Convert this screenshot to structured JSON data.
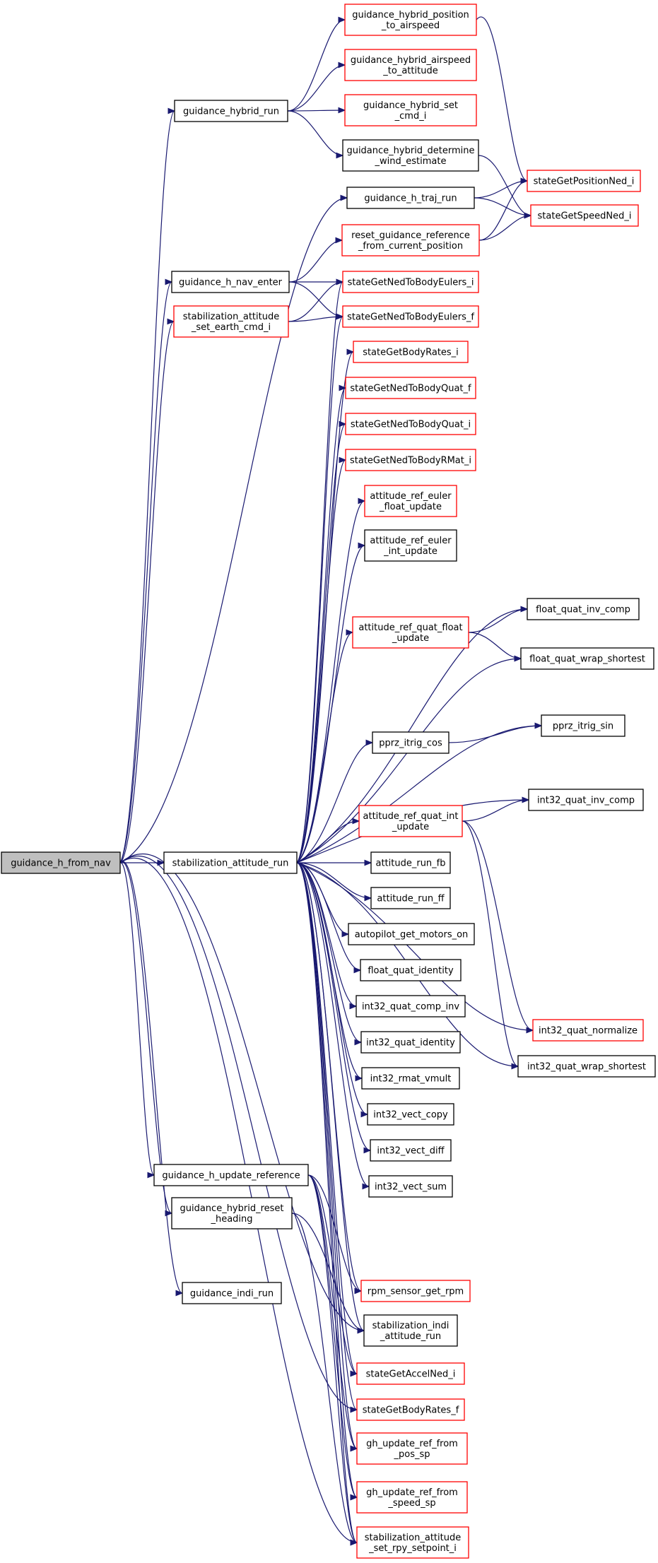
{
  "colors": {
    "edge": "#191970",
    "red_border": "#ff0000",
    "black_border": "#000000",
    "root_fill": "#bfbfbf"
  },
  "nodes": {
    "root": [
      "guidance_h_from_nav"
    ],
    "gh_run": [
      "guidance_hybrid_run"
    ],
    "gh_pos_to_air": [
      "guidance_hybrid_position",
      "_to_airspeed"
    ],
    "gh_air_to_att": [
      "guidance_hybrid_airspeed",
      "_to_attitude"
    ],
    "gh_set_cmd": [
      "guidance_hybrid_set",
      "_cmd_i"
    ],
    "gh_wind": [
      "guidance_hybrid_determine",
      "_wind_estimate"
    ],
    "traj_run": [
      "guidance_h_traj_run"
    ],
    "pos_ned": [
      "stateGetPositionNed_i"
    ],
    "speed_ned": [
      "stateGetSpeedNed_i"
    ],
    "reset_ref": [
      "reset_guidance_reference",
      "_from_current_position"
    ],
    "nav_enter": [
      "guidance_h_nav_enter"
    ],
    "eulers_i": [
      "stateGetNedToBodyEulers_i"
    ],
    "set_earth": [
      "stabilization_attitude",
      "_set_earth_cmd_i"
    ],
    "eulers_f": [
      "stateGetNedToBodyEulers_f"
    ],
    "rates_i": [
      "stateGetBodyRates_i"
    ],
    "quat_f": [
      "stateGetNedToBodyQuat_f"
    ],
    "quat_i": [
      "stateGetNedToBodyQuat_i"
    ],
    "rmat_i": [
      "stateGetNedToBodyRMat_i"
    ],
    "ref_euler_float": [
      "attitude_ref_euler",
      "_float_update"
    ],
    "ref_euler_int": [
      "attitude_ref_euler",
      "_int_update"
    ],
    "fq_inv": [
      "float_quat_inv_comp"
    ],
    "ref_quat_float": [
      "attitude_ref_quat_float",
      "_update"
    ],
    "fq_wrap": [
      "float_quat_wrap_shortest"
    ],
    "itrig_sin": [
      "pprz_itrig_sin"
    ],
    "itrig_cos": [
      "pprz_itrig_cos"
    ],
    "iq_inv": [
      "int32_quat_inv_comp"
    ],
    "ref_quat_int": [
      "attitude_ref_quat_int",
      "_update"
    ],
    "stab_run": [
      "stabilization_attitude_run"
    ],
    "run_fb": [
      "attitude_run_fb"
    ],
    "run_ff": [
      "attitude_run_ff"
    ],
    "motors_on": [
      "autopilot_get_motors_on"
    ],
    "fq_ident": [
      "float_quat_identity"
    ],
    "iq_comp_inv": [
      "int32_quat_comp_inv"
    ],
    "iq_norm": [
      "int32_quat_normalize"
    ],
    "iq_ident": [
      "int32_quat_identity"
    ],
    "iq_wrap": [
      "int32_quat_wrap_shortest"
    ],
    "rmat_vmult": [
      "int32_rmat_vmult"
    ],
    "vect_copy": [
      "int32_vect_copy"
    ],
    "vect_diff": [
      "int32_vect_diff"
    ],
    "vect_sum": [
      "int32_vect_sum"
    ],
    "update_ref": [
      "guidance_h_update_reference"
    ],
    "reset_heading": [
      "guidance_hybrid_reset",
      "_heading"
    ],
    "rpm": [
      "rpm_sensor_get_rpm"
    ],
    "indi_run": [
      "guidance_indi_run"
    ],
    "stab_indi": [
      "stabilization_indi",
      "_attitude_run"
    ],
    "accel_ned": [
      "stateGetAccelNed_i"
    ],
    "rates_f": [
      "stateGetBodyRates_f"
    ],
    "ref_from_pos": [
      "gh_update_ref_from",
      "_pos_sp"
    ],
    "ref_from_speed": [
      "gh_update_ref_from",
      "_speed_sp"
    ],
    "set_rpy": [
      "stabilization_attitude",
      "_set_rpy_setpoint_i"
    ]
  }
}
